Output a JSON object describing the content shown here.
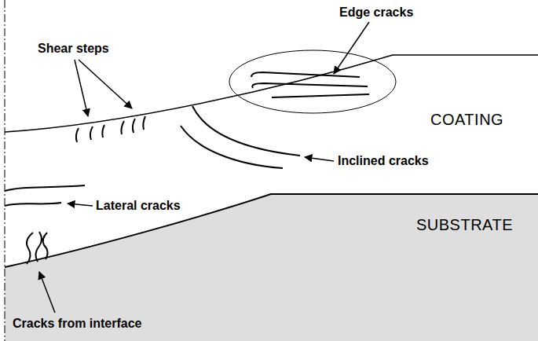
{
  "diagram": {
    "labels": [
      "Shear steps",
      "Edge cracks",
      "COATING",
      "Inclined cracks",
      "Lateral cracks",
      "SUBSTRATE",
      "Cracks from interface"
    ]
  }
}
